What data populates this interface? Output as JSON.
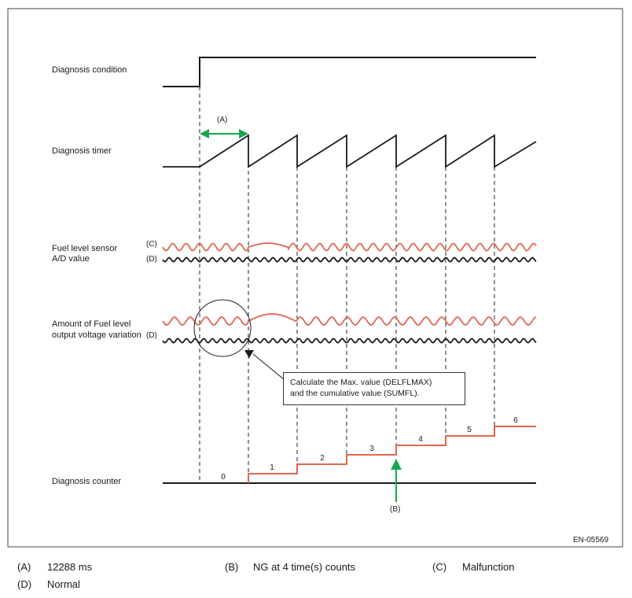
{
  "labels": {
    "diag_condition": "Diagnosis condition",
    "diag_timer": "Diagnosis timer",
    "fuel_sensor": [
      "Fuel level sensor",
      "A/D value"
    ],
    "fuel_variation": [
      "Amount of Fuel level",
      "output voltage variation"
    ],
    "diag_counter": "Diagnosis counter"
  },
  "callouts": {
    "a": "(A)",
    "b": "(B)",
    "c": "(C)",
    "d1": "(D)",
    "d2": "(D)"
  },
  "counter_values": [
    "0",
    "1",
    "2",
    "3",
    "4",
    "5",
    "6"
  ],
  "note": [
    "Calculate the Max. value (DELFLMAX)",
    "and the cumulative value (SUMFL)."
  ],
  "figure_id": "EN-05569",
  "legend": [
    {
      "key": "(A)",
      "text": "12288 ms"
    },
    {
      "key": "(B)",
      "text": "NG at 4 time(s) counts"
    },
    {
      "key": "(C)",
      "text": "Malfunction"
    },
    {
      "key": "(D)",
      "text": "Normal"
    }
  ],
  "colors": {
    "malfunction": "#e0674e",
    "arrow": "#19a650",
    "line": "#1a1a1a"
  }
}
